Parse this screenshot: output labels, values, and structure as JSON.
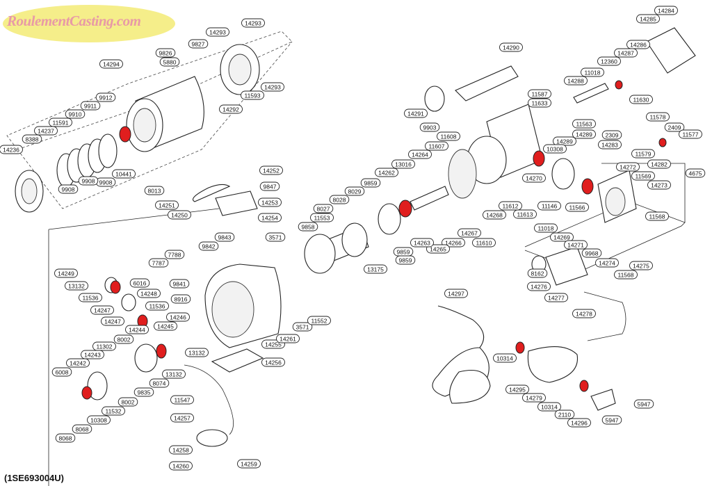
{
  "watermark": {
    "text": "RoulementCasting.com",
    "ellipse_color": "#f5ee8a",
    "text_color": "#e89aa6"
  },
  "diagram_code": "(1SE693004U)",
  "bearing_color": "#e01e1e",
  "part_numbers": [
    "14284",
    "14285",
    "14290",
    "14293",
    "14293",
    "14293",
    "14294",
    "9827",
    "9826",
    "5880",
    "11593",
    "14292",
    "9912",
    "9911",
    "9910",
    "11591",
    "14237",
    "8388",
    "14236",
    "10441",
    "9908",
    "9908",
    "9908",
    "14291",
    "9903",
    "11608",
    "11587",
    "11633",
    "14288",
    "11018",
    "12360",
    "14287",
    "14286",
    "11630",
    "11563",
    "14289",
    "14289",
    "2309",
    "11578",
    "2409",
    "11577",
    "14283",
    "11579",
    "14282",
    "4675",
    "14252",
    "8013",
    "14251",
    "9847",
    "14253",
    "14250",
    "14254",
    "9843",
    "9842",
    "7788",
    "7787",
    "9841",
    "8916",
    "3571",
    "9858",
    "11553",
    "8027",
    "8028",
    "8029",
    "9859",
    "14262",
    "13016",
    "14264",
    "11607",
    "10308",
    "14270",
    "14272",
    "11569",
    "14273",
    "11566",
    "11568",
    "11568",
    "11146",
    "11612",
    "11613",
    "14268",
    "14267",
    "14266",
    "14265",
    "14263",
    "11610",
    "11018",
    "14269",
    "14271",
    "9968",
    "14274",
    "14275",
    "13175",
    "9859",
    "9859",
    "14249",
    "13132",
    "11536",
    "14247",
    "6016",
    "14248",
    "11536",
    "14247",
    "14244",
    "14245",
    "14246",
    "8002",
    "11302",
    "14243",
    "14242",
    "6008",
    "8002",
    "9835",
    "8074",
    "13132",
    "13132",
    "14255",
    "14256",
    "3571",
    "11552",
    "14261",
    "11547",
    "14257",
    "11532",
    "10308",
    "8068",
    "8068",
    "14258",
    "14259",
    "14260",
    "8162",
    "14276",
    "14277",
    "14278",
    "14297",
    "10314",
    "14295",
    "14279",
    "10314",
    "2110",
    "14296",
    "5947",
    "5947"
  ]
}
